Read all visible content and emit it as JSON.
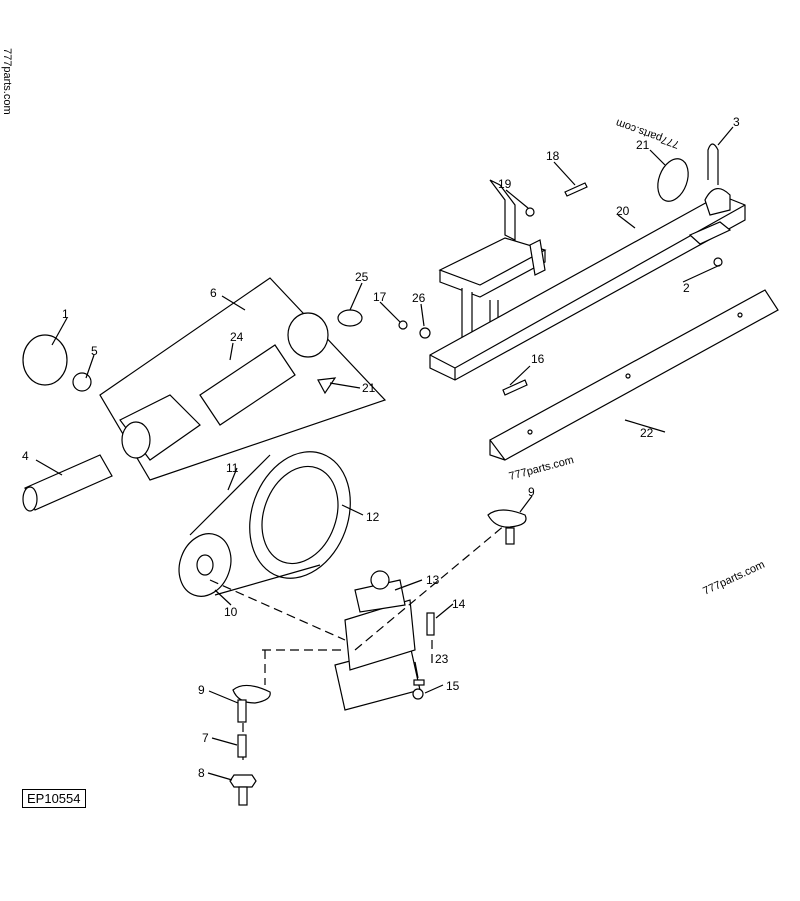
{
  "diagram_code": "EP10554",
  "watermark": "777parts.com",
  "callouts": [
    "1",
    "2",
    "3",
    "4",
    "5",
    "6",
    "7",
    "8",
    "9",
    "9",
    "10",
    "11",
    "12",
    "13",
    "14",
    "15",
    "16",
    "17",
    "18",
    "19",
    "20",
    "21",
    "21",
    "22",
    "23",
    "24",
    "25",
    "26"
  ]
}
